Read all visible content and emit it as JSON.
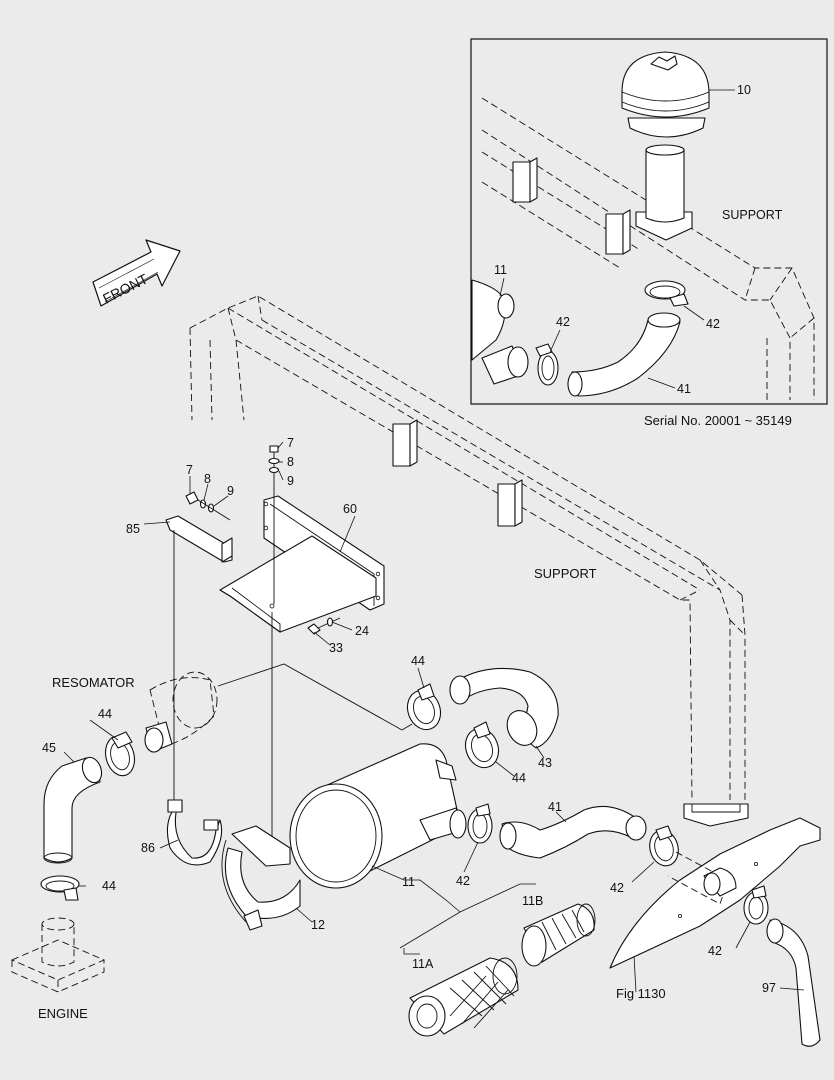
{
  "inset": {
    "serial_note": "Serial No. 20001 ~ 35149",
    "support_label": "SUPPORT"
  },
  "main": {
    "support_label": "SUPPORT",
    "resomator_label": "RESOMATOR",
    "engine_label": "ENGINE",
    "front_label": "FRONT",
    "fig_ref": "Fig 1130"
  },
  "callouts": {
    "c10": "10",
    "c11_inset": "11",
    "c42_inset_a": "42",
    "c42_inset_b": "42",
    "c41_inset": "41",
    "c7a": "7",
    "c8a": "8",
    "c9a": "9",
    "c7b": "7",
    "c8b": "8",
    "c9b": "9",
    "c85": "85",
    "c60": "60",
    "c24": "24",
    "c33": "33",
    "c44a": "44",
    "c44b": "44",
    "c44c": "44",
    "c44d": "44",
    "c45": "45",
    "c43": "43",
    "c41": "41",
    "c42a": "42",
    "c42b": "42",
    "c42c": "42",
    "c86": "86",
    "c11": "11",
    "c12": "12",
    "c11a": "11A",
    "c11b": "11B",
    "c97": "97"
  }
}
